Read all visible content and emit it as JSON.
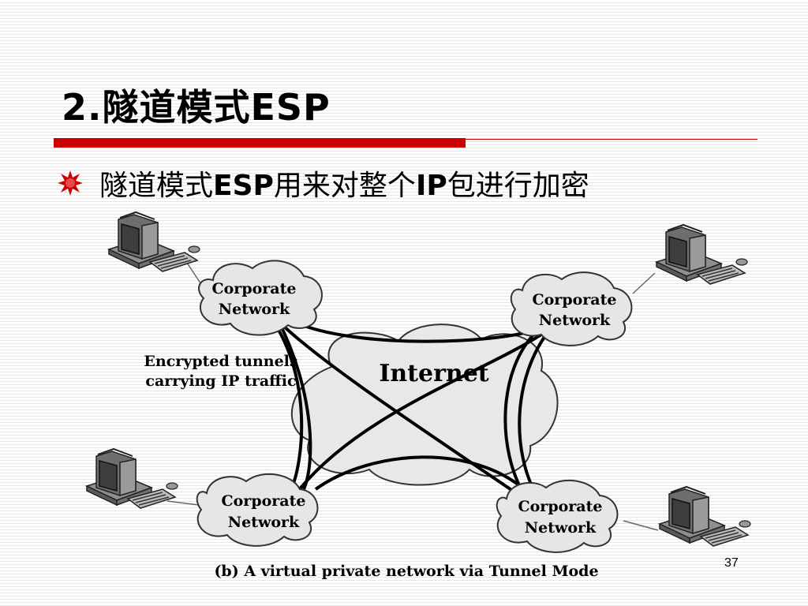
{
  "slide": {
    "title": "2.隧道模式ESP",
    "bullet": {
      "part1": "隧道模式",
      "part2": "ESP",
      "part3": "用来对整个",
      "part4": "IP",
      "part5": "包进行加密"
    },
    "page_number": "37"
  },
  "diagram": {
    "internet_label": "Internet",
    "networks": [
      {
        "line1": "Corporate",
        "line2": "Network"
      },
      {
        "line1": "Corporate",
        "line2": "Network"
      },
      {
        "line1": "Corporate",
        "line2": "Network"
      },
      {
        "line1": "Corporate",
        "line2": "Network"
      }
    ],
    "tunnel_label": {
      "line1": "Encrypted tunnels",
      "line2": "carrying IP traffic"
    },
    "caption": "(b) A virtual private network via Tunnel Mode"
  },
  "colors": {
    "accent_red": "#cc0000",
    "cloud_fill": "#e8e8e8"
  },
  "icons": [
    "starburst-bullet-icon",
    "computer-icon"
  ]
}
